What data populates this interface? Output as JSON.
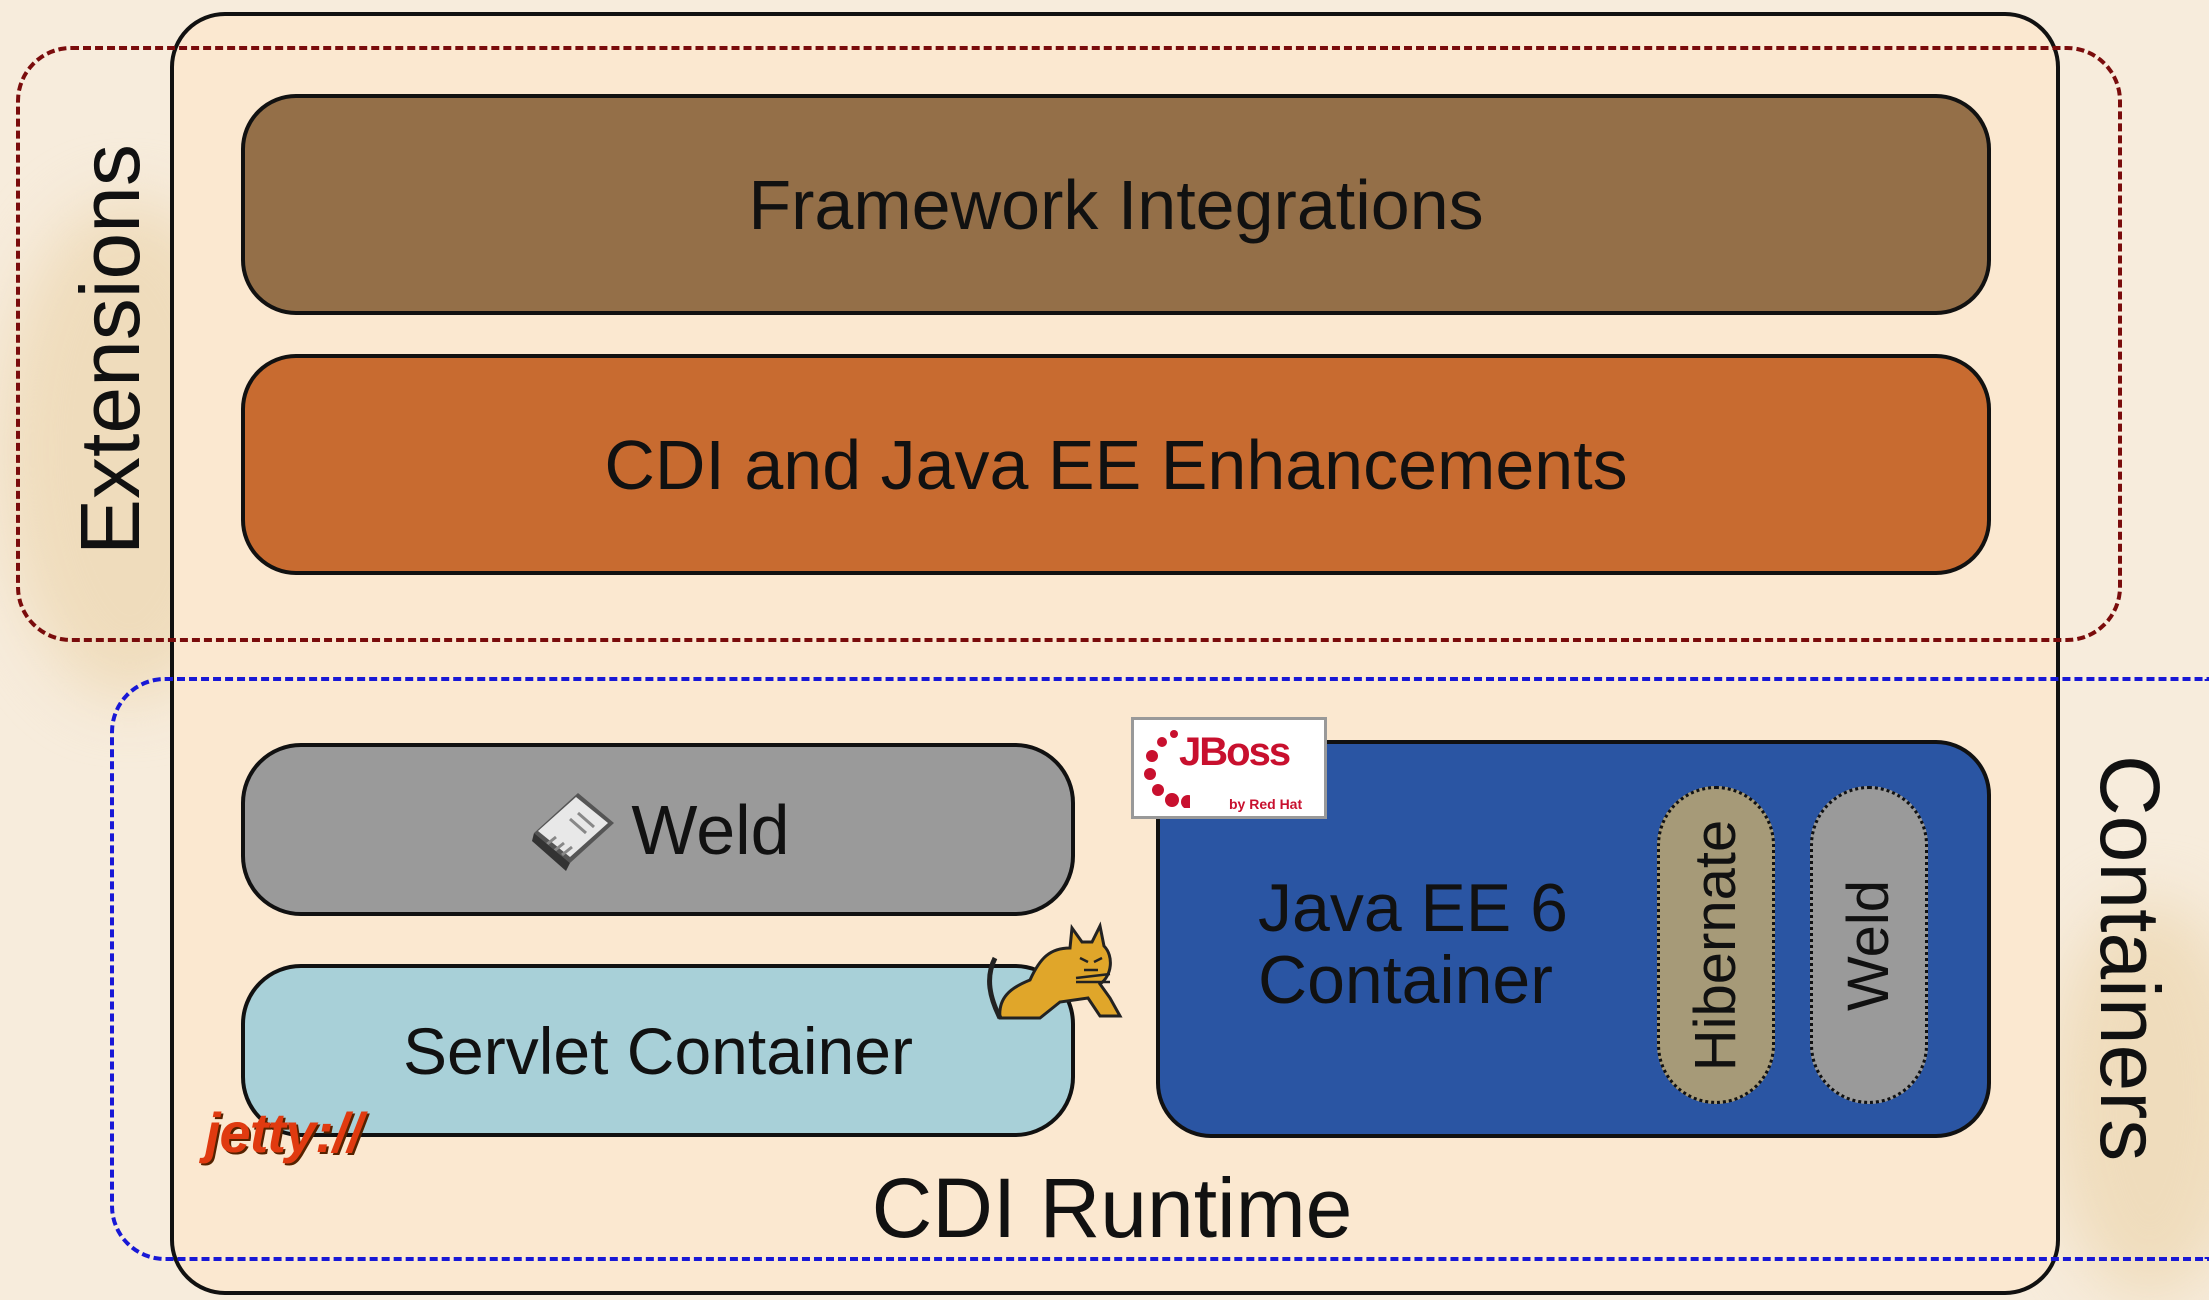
{
  "diagram": {
    "extensions_label": "Extensions",
    "containers_label": "Containers",
    "framework_integrations": "Framework Integrations",
    "cdi_enhancements": "CDI and Java EE Enhancements",
    "weld_label": "Weld",
    "servlet_container": "Servlet Container",
    "javaee_line1": "Java EE 6",
    "javaee_line2": "Container",
    "hibernate": "Hibernate",
    "weld_inner": "Weld",
    "cdi_runtime": "CDI Runtime",
    "logos": {
      "jboss_text": "JBoss",
      "jboss_tag": "by Red Hat",
      "jetty_text": "jetty://"
    }
  },
  "colors": {
    "extensions_border": "#7a0c0c",
    "containers_border": "#1818d6",
    "framework_fill": "#946f48",
    "cdi_fill": "#c86b30",
    "weld_fill": "#9a9a9a",
    "servlet_fill": "#a8d0d8",
    "javaee_fill": "#2a55a3",
    "hibernate_fill": "#a69a78"
  }
}
